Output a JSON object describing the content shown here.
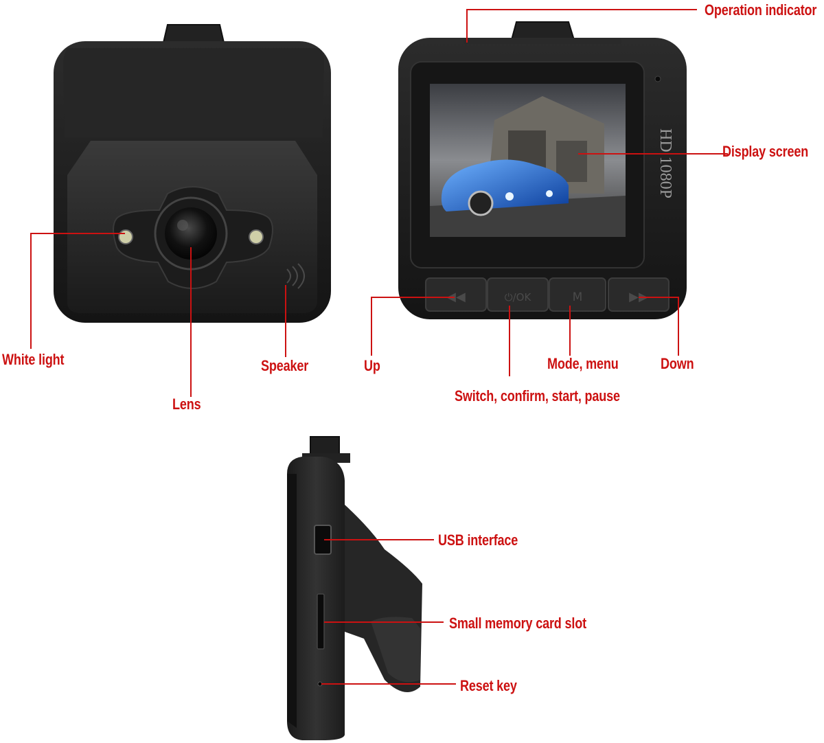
{
  "callouts": {
    "operation_indicator": "Operation indicator",
    "display_screen": "Display screen",
    "white_light": "White light",
    "lens": "Lens",
    "speaker": "Speaker",
    "up": "Up",
    "switch_confirm": "Switch, confirm, start, pause",
    "mode_menu": "Mode, menu",
    "down": "Down",
    "usb_interface": "USB interface",
    "memory_card_slot": "Small memory card slot",
    "reset_key": "Reset key"
  },
  "device_markings": {
    "screen_side_text": "HD 1080P",
    "ok_button": "⏻/OK",
    "mode_button": "M"
  },
  "colors": {
    "callout_red": "#cc1111",
    "device_body": "#1f1f1f",
    "background": "#ffffff"
  }
}
